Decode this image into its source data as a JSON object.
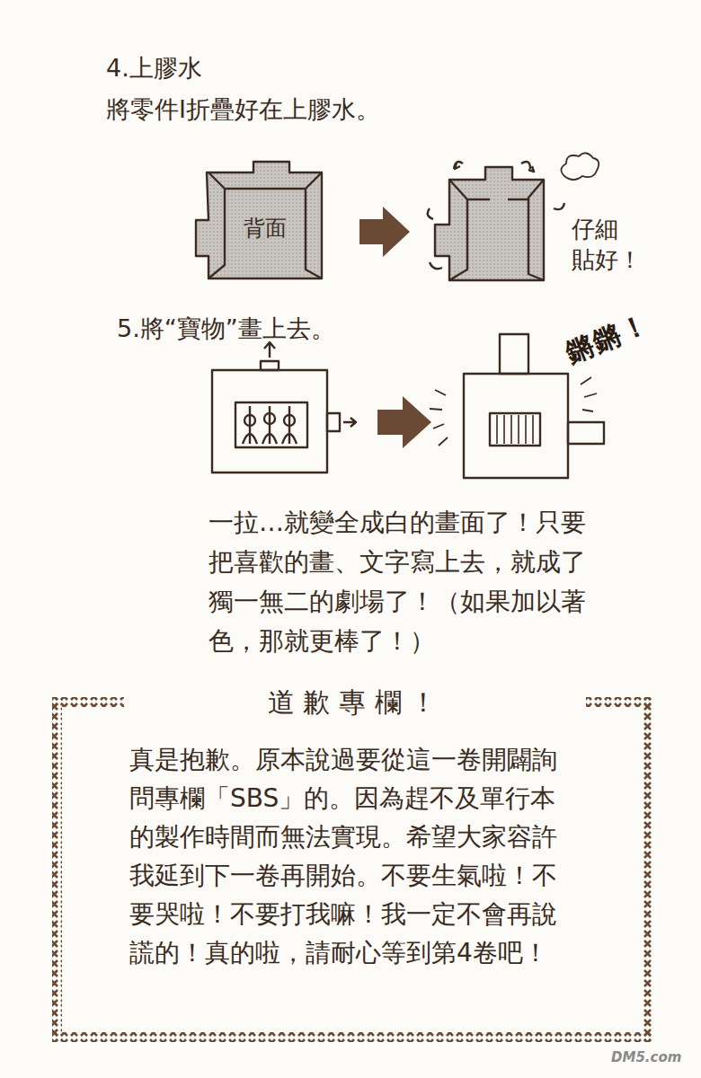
{
  "diagram": {
    "nodes": [
      {
        "text": [
          "背面"
        ]
      },
      {
        "text": [
          "道 歉 專 欄 ！",
          "真是抱歉。原本說過要從這一卷開闢詢問專欄「SBS」的。因為趕不及單行本的製作時間而無法實現。希望大家容許我延到下一卷再開始。不要生氣啦！不要哭啦！不要打我嘛！我一定不會再說謊的！真的啦，請耐心等到第4卷吧！"
        ]
      }
    ],
    "labels": [
      "4.上膠水",
      "將零件I折疊好在上膠水。",
      "仔細 貼好！",
      "5.將“寶物”畫上去。",
      "鏘鏘！",
      "一拉…就變全成白的畫面了！只要把喜歡的畫、文字寫上去，就成了獨一無二的劇場了！（如果加以著色，那就更棒了！）",
      "DM5.com"
    ]
  }
}
